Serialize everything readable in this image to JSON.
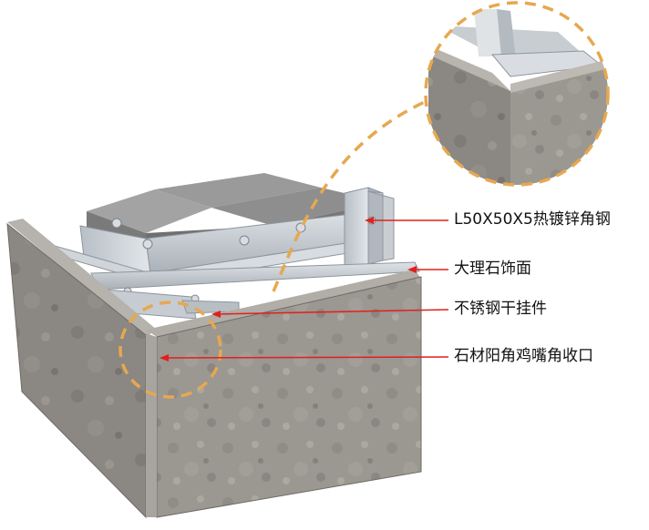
{
  "diagram": {
    "callouts": [
      {
        "id": "angle-steel",
        "label": "L50X50X5热镀锌角钢"
      },
      {
        "id": "marble-face",
        "label": "大理石饰面"
      },
      {
        "id": "steel-hanger",
        "label": "不锈钢干挂件"
      },
      {
        "id": "corner-joint",
        "label": "石材阳角鸡嘴角收口"
      }
    ],
    "colors": {
      "arrow": "#e0201e",
      "detail_circle": "#e6a850",
      "stone": "#9a9690",
      "steel": "#c3c9cf",
      "concrete": "#8d8d8d"
    }
  }
}
